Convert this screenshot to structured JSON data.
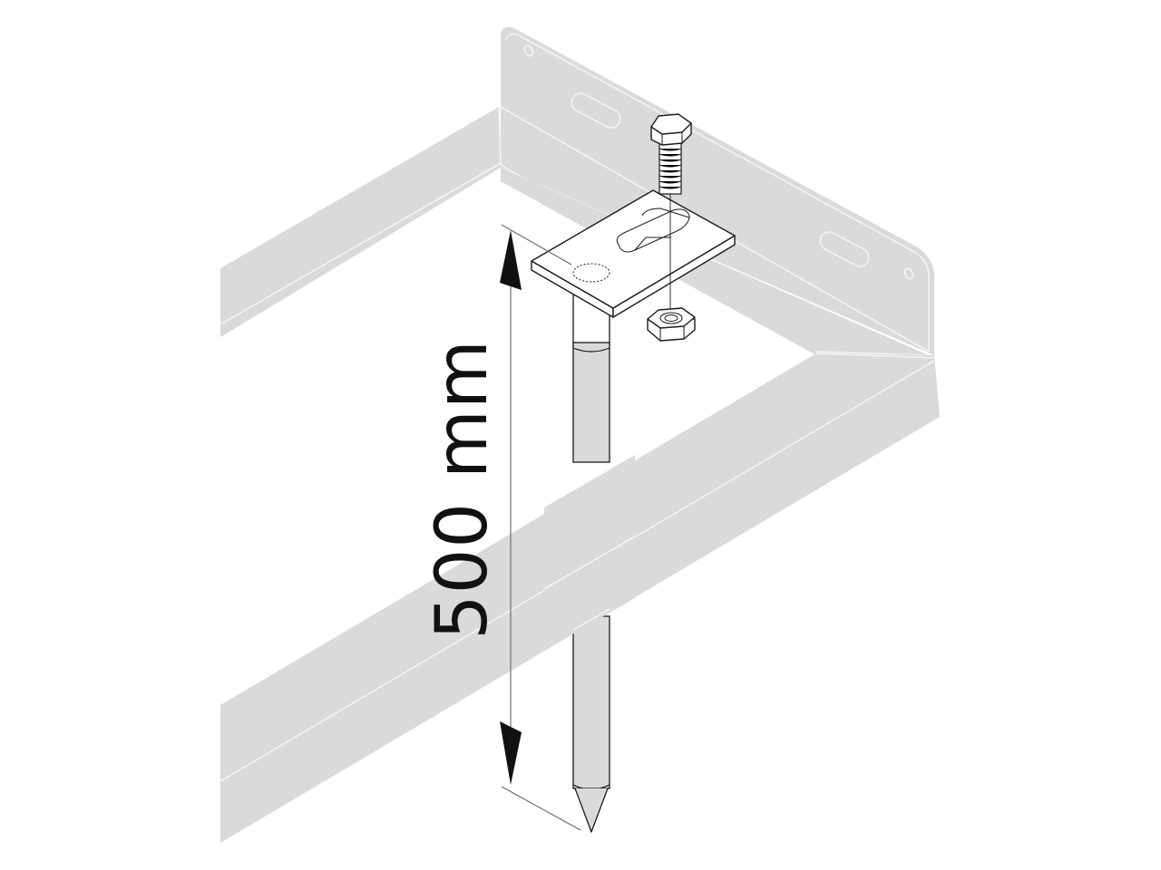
{
  "diagram": {
    "type": "isometric technical illustration",
    "subject": "Ground spike with mounting plate, bolt and nut attached to a frame",
    "dimension": {
      "label": "500 mm",
      "value": 500,
      "unit": "mm",
      "orientation": "vertical"
    },
    "components": [
      {
        "name": "frame",
        "color": "#dadada"
      },
      {
        "name": "mounting-plate",
        "features": [
          "keyhole-slot",
          "weld-circle"
        ]
      },
      {
        "name": "hex-bolt",
        "threaded": true
      },
      {
        "name": "hex-nut"
      },
      {
        "name": "ground-spike",
        "tip": "pointed"
      }
    ],
    "colors": {
      "frame_fill": "#dadada",
      "frame_highlight": "#f4f4f4",
      "ink": "#1a1a1a",
      "arrow": "#111111",
      "background": "#ffffff"
    }
  }
}
